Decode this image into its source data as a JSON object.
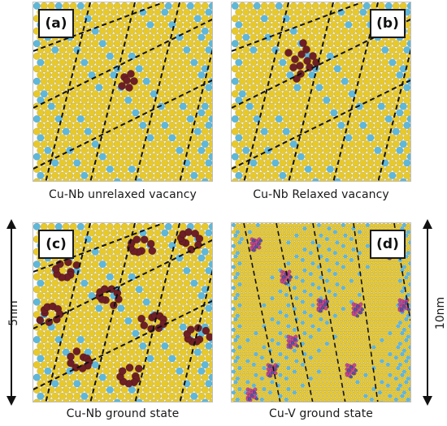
{
  "panels": [
    {
      "tag": "(a)",
      "caption": "Cu-Nb unrelaxed vacancy",
      "system": "Cu-Nb"
    },
    {
      "tag": "(b)",
      "caption": "Cu-Nb Relaxed vacancy",
      "system": "Cu-Nb"
    },
    {
      "tag": "(c)",
      "caption": "Cu-Nb ground state",
      "system": "Cu-Nb"
    },
    {
      "tag": "(d)",
      "caption": "Cu-V ground state",
      "system": "Cu-V"
    }
  ],
  "scale_bars": {
    "left": "5nm",
    "right": "10nm"
  },
  "colors": {
    "atom_yellow": "#e8c92a",
    "atom_cyan": "#5fb8d8",
    "defect_maroon": "#6e1f26",
    "defect_pink": "#c8479a",
    "defect_blue": "#4a5bb0",
    "dashed_line": "#111111"
  }
}
